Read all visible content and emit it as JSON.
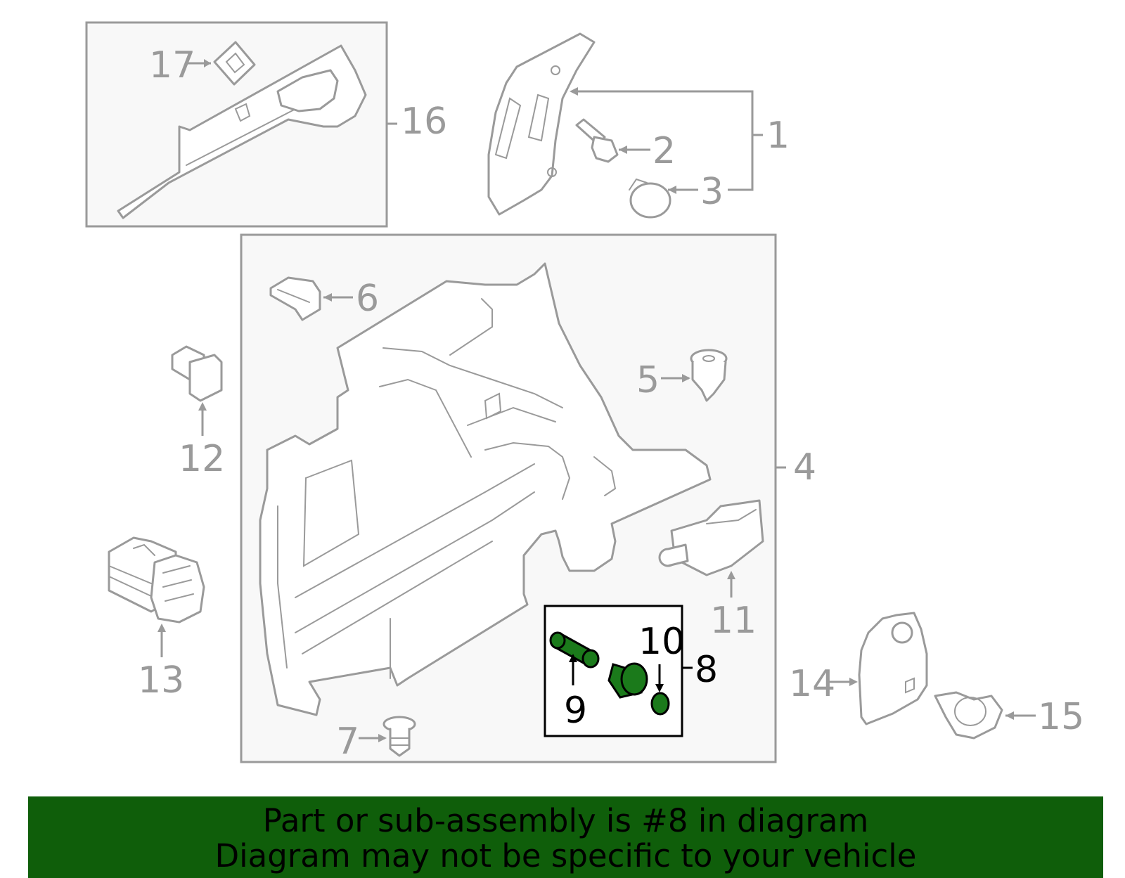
{
  "colors": {
    "line_gray": "#9a9a9a",
    "highlight_green": "#1b7a1b",
    "banner_green": "#0f5e0a",
    "panel_fill": "#f8f8f8"
  },
  "callouts": {
    "c1": "1",
    "c2": "2",
    "c3": "3",
    "c4": "4",
    "c5": "5",
    "c6": "6",
    "c7": "7",
    "c8": "8",
    "c9": "9",
    "c10": "10",
    "c11": "11",
    "c12": "12",
    "c13": "13",
    "c14": "14",
    "c15": "15",
    "c16": "16",
    "c17": "17"
  },
  "highlighted_part": "8",
  "banner": {
    "line1": "Part or sub-assembly is #8 in diagram",
    "line2": "Diagram may not be specific to your vehicle"
  }
}
